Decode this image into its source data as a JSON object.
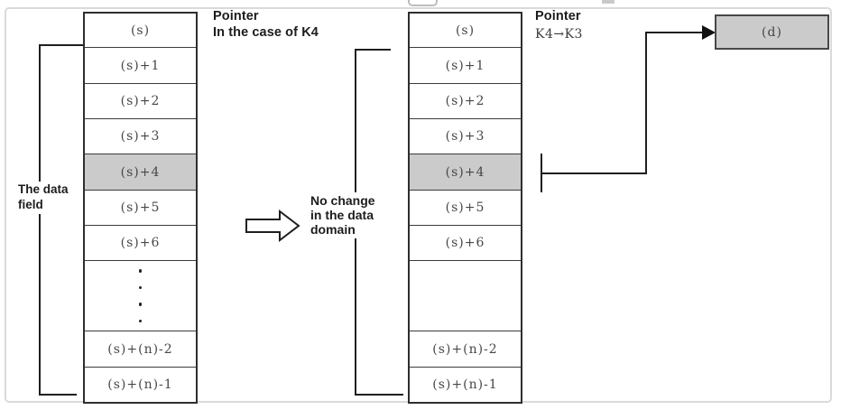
{
  "figure": {
    "left_header": {
      "line1": "Pointer",
      "line2": "In the case of K4"
    },
    "right_header": {
      "line1": "Pointer",
      "line2": "K4→K3"
    },
    "left_bracket_label": {
      "line1": "The data",
      "line2": "field"
    },
    "middle_note": {
      "line1": "No change",
      "line2": "in the data",
      "line3": "domain"
    },
    "left_stack": {
      "rows": [
        "(s)",
        "(s)+1",
        "(s)+2",
        "(s)+3",
        "(s)+4",
        "(s)+5",
        "(s)+6",
        "",
        "(s)+(n)-2",
        "(s)+(n)-1"
      ],
      "highlighted_row": "(s)+4",
      "ellipsis_dots": 4
    },
    "right_stack": {
      "rows": [
        "(s)",
        "(s)+1",
        "(s)+2",
        "(s)+3",
        "(s)+4",
        "(s)+5",
        "(s)+6",
        "",
        "(s)+(n)-2",
        "(s)+(n)-1"
      ],
      "highlighted_row": "(s)+4"
    },
    "dest_box": {
      "label": "(d)"
    },
    "colors": {
      "highlight_fill": "#cbcbcb",
      "cell_border": "#2e2e2e",
      "line": "#1f1f1f",
      "figure_border": "#dadada",
      "label_text": "#46464c"
    }
  }
}
